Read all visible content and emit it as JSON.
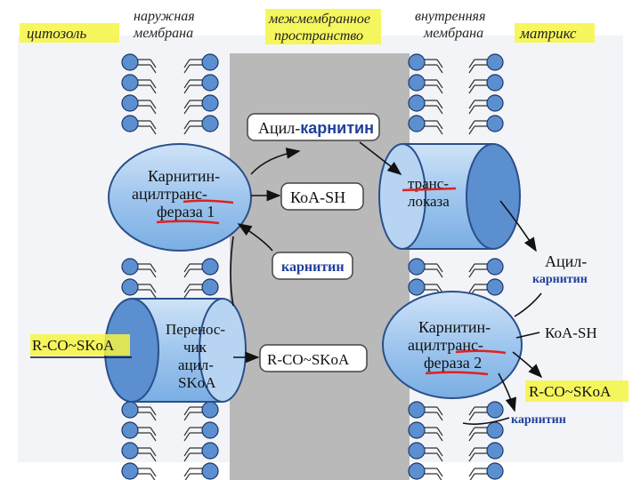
{
  "header": {
    "cytosol": "цитозоль",
    "outer_membrane_l1": "наружная",
    "outer_membrane_l2": "мембрана",
    "intermembrane_l1": "межмембранное",
    "intermembrane_l2": "пространство",
    "inner_membrane_l1": "внутренняя",
    "inner_membrane_l2": "мембрана",
    "matrix": "матрикс"
  },
  "boxes": {
    "acyl_carnitine_black": "Ацил-",
    "acyl_carnitine_blue": "карнитин",
    "coa_sh": "КоА-SH",
    "carnitine": "карнитин",
    "r_co_skoa": "R-CO~SKoA"
  },
  "proteins": {
    "cpt1_l1": "Карнитин-",
    "cpt1_l2": "ацилтранс-",
    "cpt1_l3": "фераза 1",
    "translocase_l1": "транс-",
    "translocase_l2": "локаза",
    "transporter_l1": "Перенос-",
    "transporter_l2": "чик",
    "transporter_l3": "ацил-",
    "transporter_l4": "SKoA",
    "cpt2_l1": "Карнитин-",
    "cpt2_l2": "ацилтранс-",
    "cpt2_l3": "фераза 2"
  },
  "labels": {
    "left_substrate": "R-CO~SKoA",
    "matrix_acyl_black": "Ацил-",
    "matrix_acyl_blue": "карнитин",
    "matrix_coa": "КоА-SH",
    "matrix_rco": "R-CO~SKoA",
    "matrix_carnitine": "карнитин"
  },
  "colors": {
    "highlight": "#f5f542",
    "membrane_blue": "#5b8fd0",
    "protein_fill": "#9fc6ee",
    "protein_stroke": "#2a4f8a",
    "intermembrane_gray": "#b9b9b9",
    "carnitine_text": "#1f3f9c",
    "underline_red": "#e02020"
  }
}
